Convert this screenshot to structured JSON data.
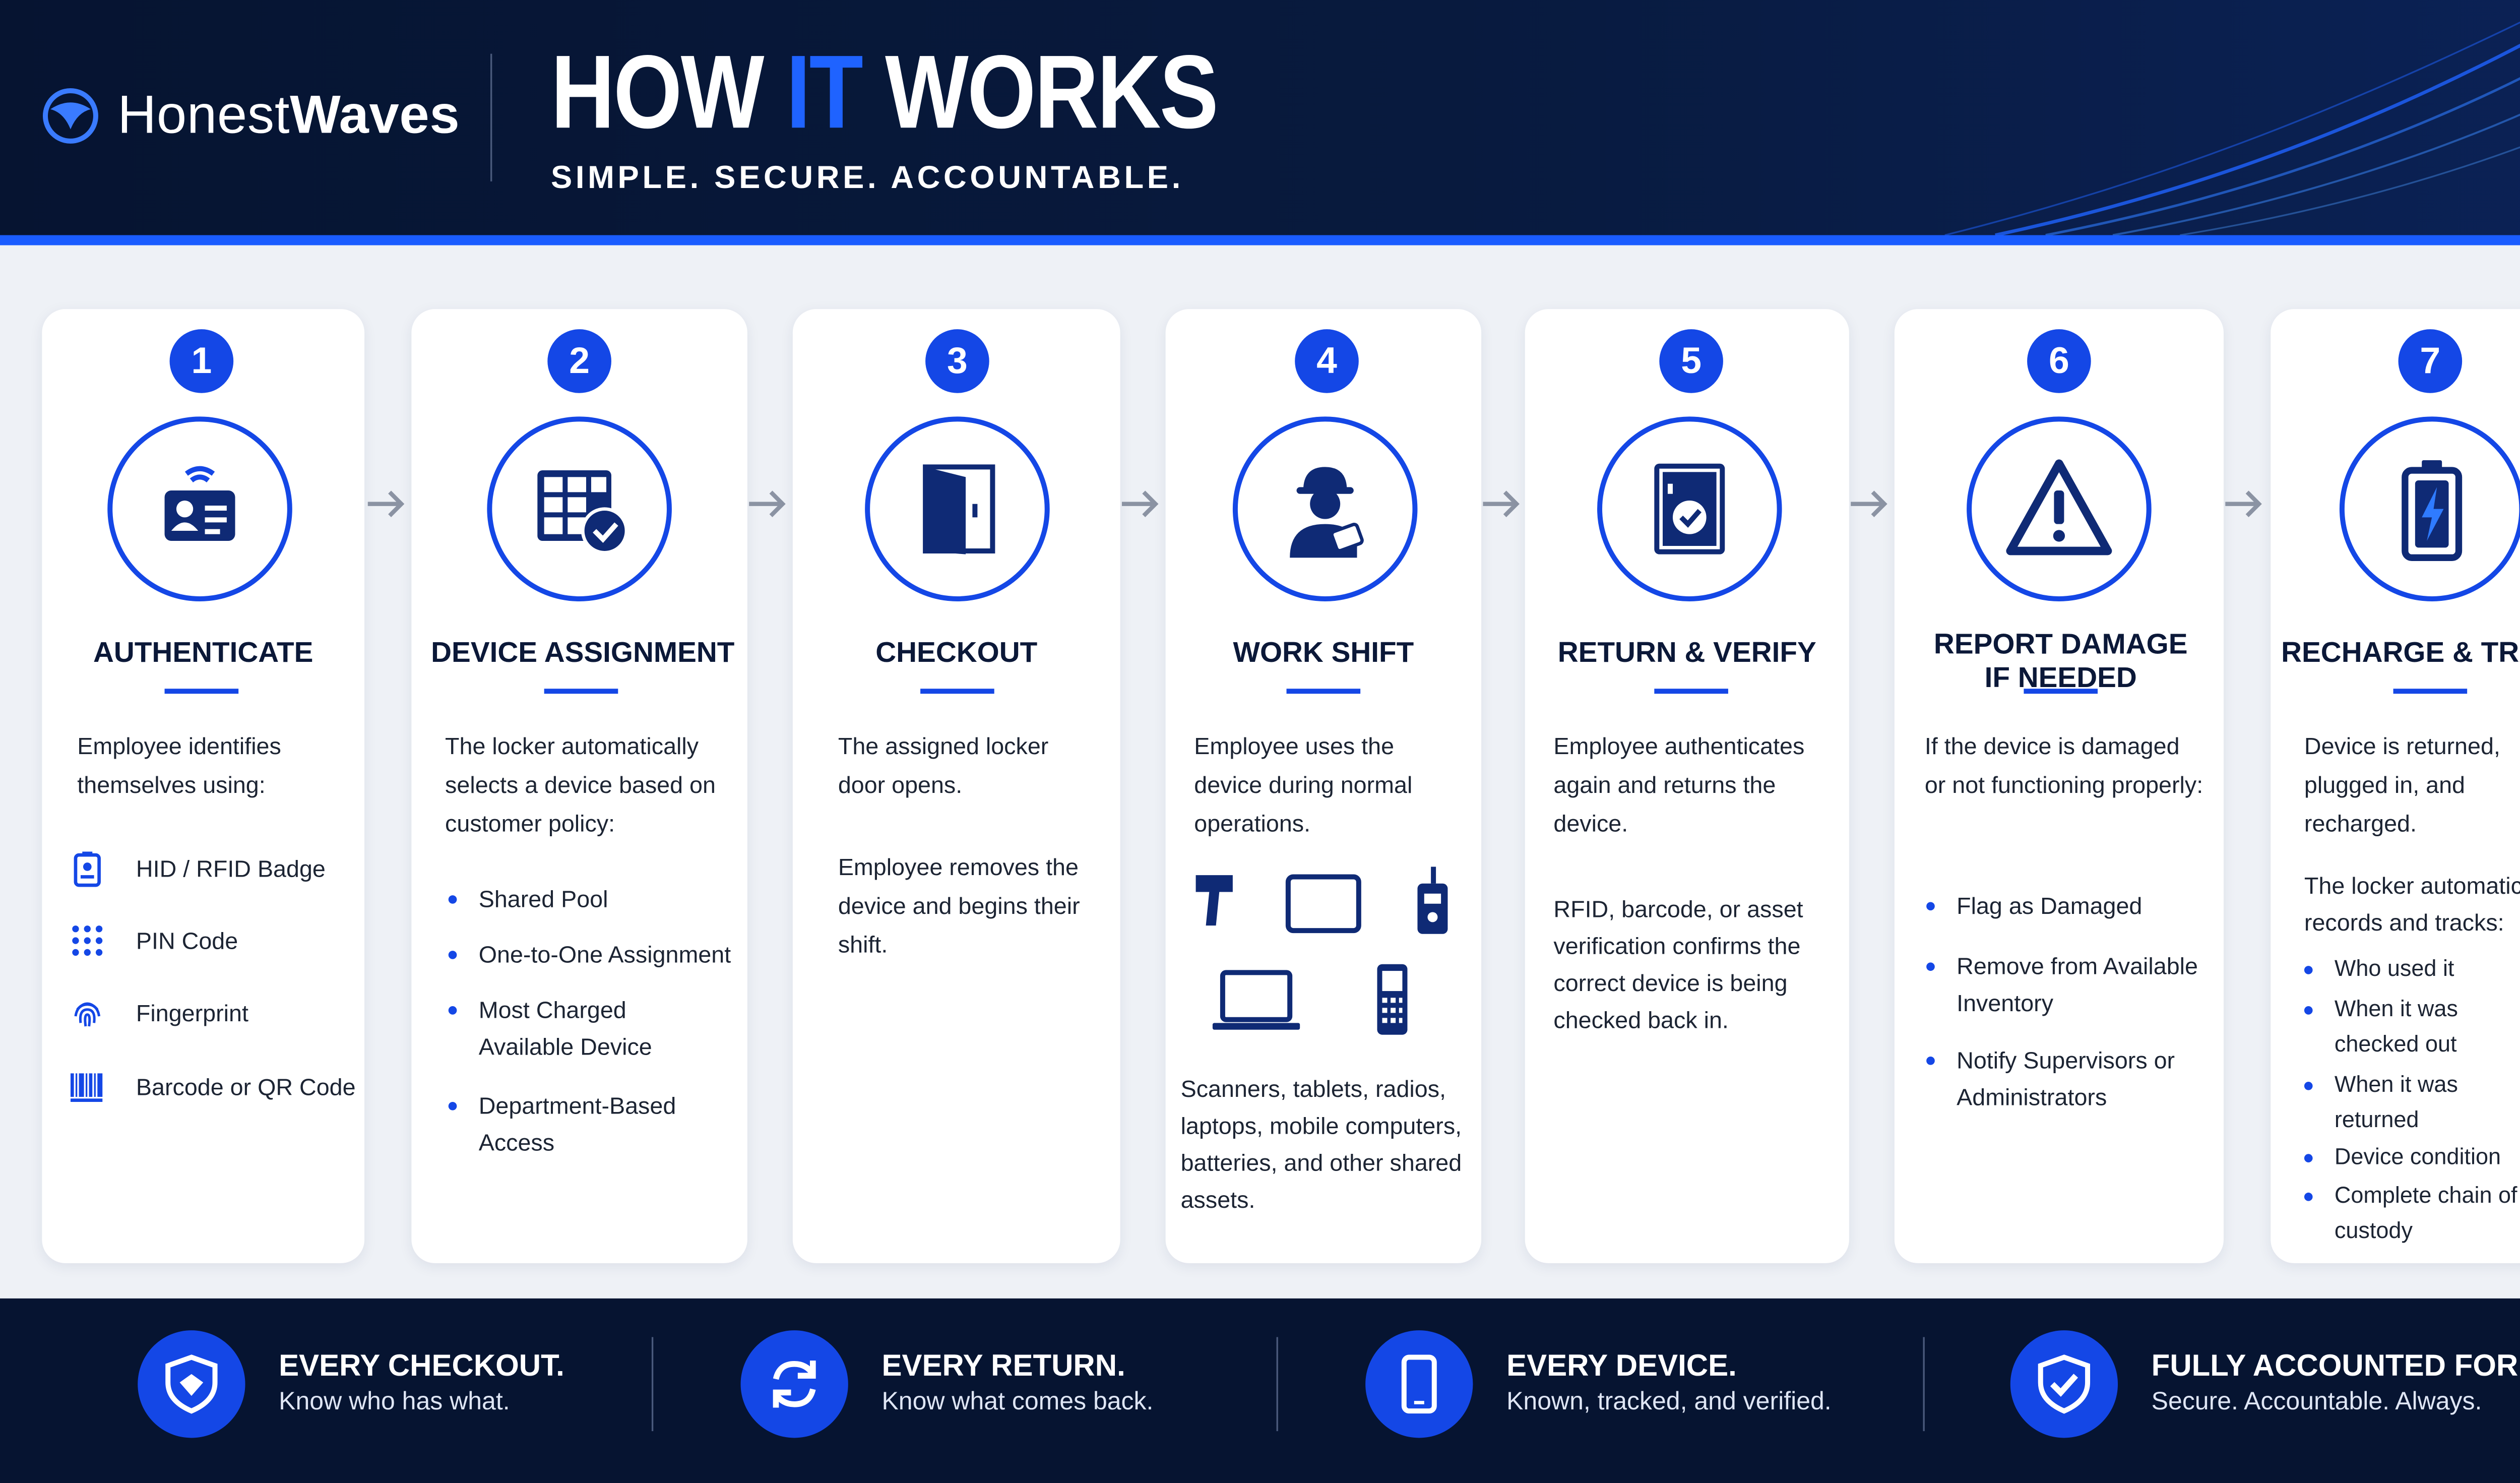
{
  "brand": {
    "name_regular": "Honest",
    "name_bold": "Waves"
  },
  "header": {
    "title_a": "HOW ",
    "title_accent": "IT",
    "title_b": " WORKS",
    "subtitle": "SIMPLE. SECURE. ACCOUNTABLE."
  },
  "steps": [
    {
      "number": "1",
      "title": "AUTHENTICATE",
      "intro": "Employee identifies themselves using:",
      "methods": [
        "HID / RFID Badge",
        "PIN Code",
        "Fingerprint",
        "Barcode or QR Code"
      ]
    },
    {
      "number": "2",
      "title": "DEVICE ASSIGNMENT",
      "intro": "The locker automatically selects a device based on customer policy:",
      "bullets": [
        "Shared Pool",
        "One-to-One Assignment",
        "Most Charged Available Device",
        "Department-Based Access"
      ]
    },
    {
      "number": "3",
      "title": "CHECKOUT",
      "para1": "The assigned locker door opens.",
      "para2": "Employee removes the device and begins their shift."
    },
    {
      "number": "4",
      "title": "WORK SHIFT",
      "intro": "Employee uses the device during normal operations.",
      "outro": "Scanners, tablets, radios, laptops, mobile computers, batteries, and other shared assets."
    },
    {
      "number": "5",
      "title": "RETURN & VERIFY",
      "para1": "Employee authenticates again and returns the device.",
      "para2": "RFID, barcode, or asset verification confirms the correct device is being checked back in."
    },
    {
      "number": "6",
      "title_line1": "REPORT DAMAGE",
      "title_line2": "IF NEEDED",
      "intro": "If the device is damaged or not functioning properly:",
      "bullets": [
        "Flag as Damaged",
        "Remove from Available Inventory",
        "Notify Supervisors or Administrators"
      ]
    },
    {
      "number": "7",
      "title": "RECHARGE & TRACK",
      "intro": "Device is returned, plugged in, and recharged.",
      "intro2": "The locker automatically records and tracks:",
      "bullets": [
        "Who used it",
        "When it was checked out",
        "When it was returned",
        "Device condition",
        "Complete chain of custody"
      ]
    }
  ],
  "footer": [
    {
      "heading": "EVERY CHECKOUT.",
      "sub": "Know who has what."
    },
    {
      "heading": "EVERY RETURN.",
      "sub": "Know what comes back."
    },
    {
      "heading": "EVERY DEVICE.",
      "sub": "Known, tracked, and verified."
    },
    {
      "heading": "FULLY ACCOUNTED FOR.",
      "sub": "Secure. Accountable. Always."
    }
  ],
  "icons": [
    "badge-icon",
    "locker-grid-check-icon",
    "open-door-icon",
    "worker-icon",
    "locker-check-icon",
    "warning-icon",
    "battery-charge-icon"
  ],
  "colors": {
    "navy": "#061431",
    "accent": "#1447e6",
    "text": "#1c2433"
  }
}
